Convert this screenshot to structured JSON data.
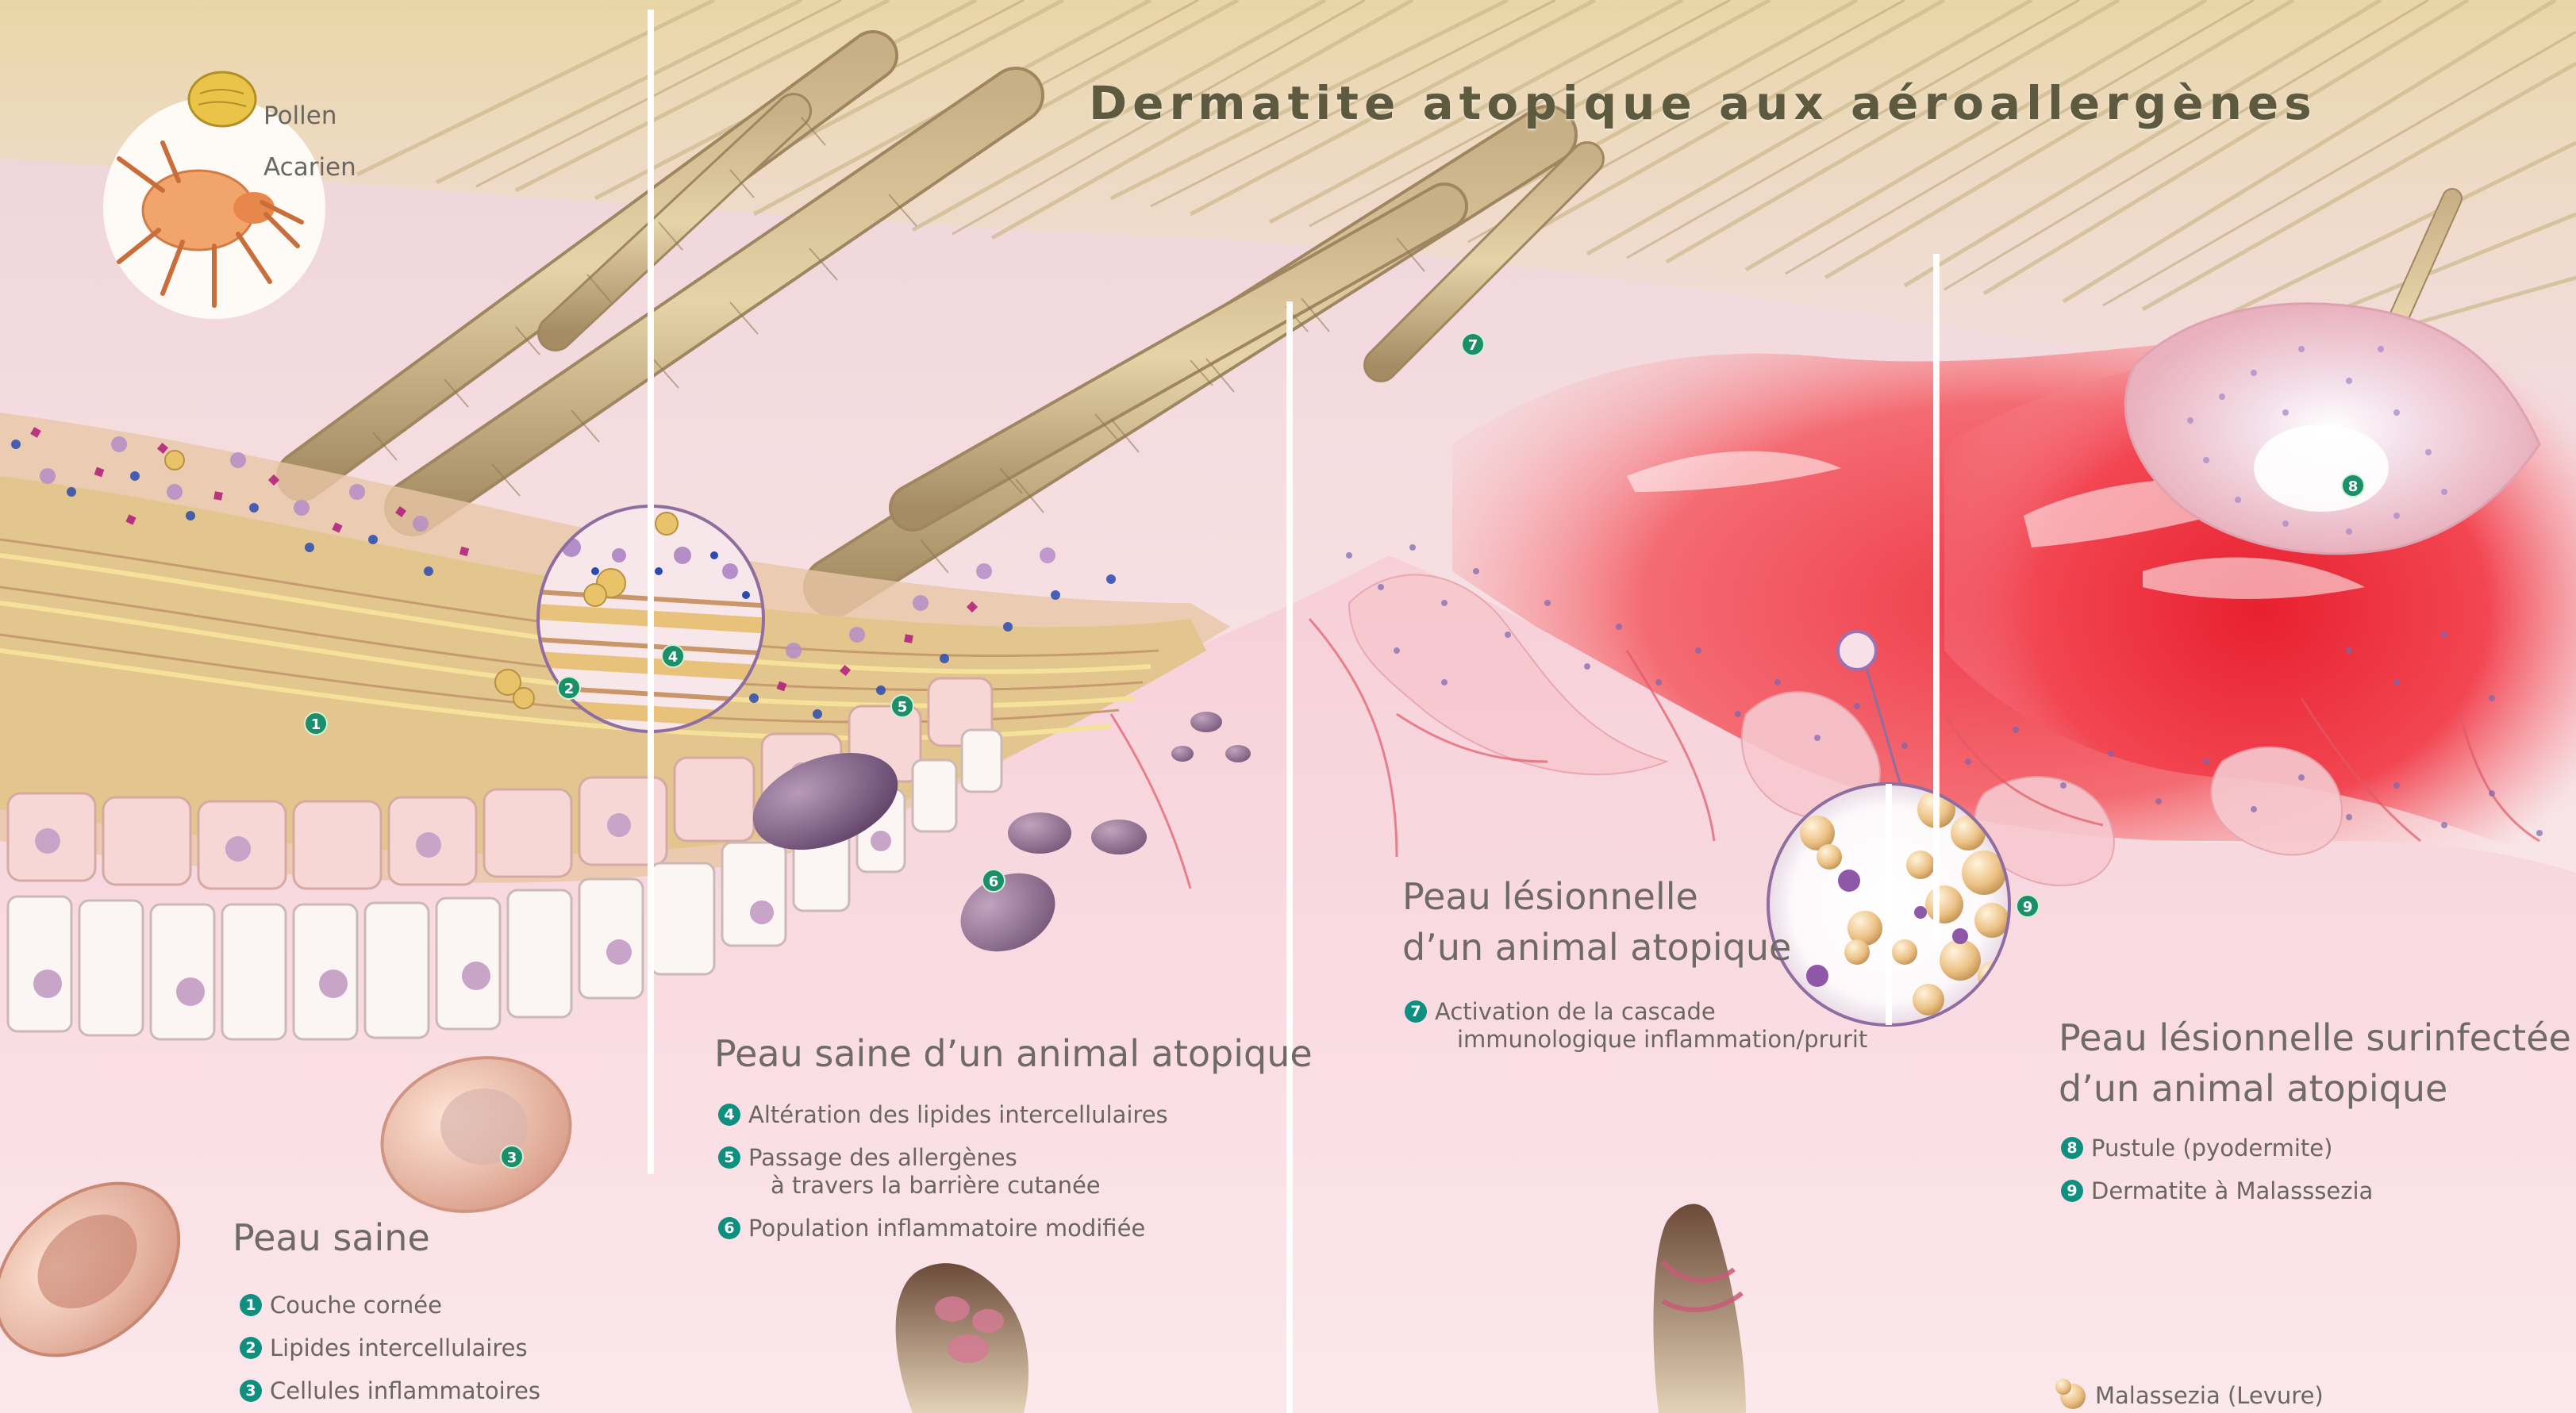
{
  "title": "Dermatite atopique aux aéroallergènes",
  "legend_allergens": {
    "pollen": "Pollen",
    "mite": "Acarien"
  },
  "panels": [
    {
      "title": "Peau saine",
      "items": [
        {
          "num": "1",
          "text": "Couche cornée"
        },
        {
          "num": "2",
          "text": "Lipides intercellulaires"
        },
        {
          "num": "3",
          "text": "Cellules inflammatoires"
        }
      ]
    },
    {
      "title": "Peau saine d’un animal atopique",
      "items": [
        {
          "num": "4",
          "text": "Altération des lipides intercellulaires"
        },
        {
          "num": "5",
          "text": "Passage des allergènes",
          "text2": "à travers la barrière cutanée"
        },
        {
          "num": "6",
          "text": "Population inflammatoire modifiée"
        }
      ]
    },
    {
      "title_line1": "Peau lésionnelle",
      "title_line2": "d’un animal atopique",
      "items": [
        {
          "num": "7",
          "text": "Activation de la cascade",
          "text2": "immunologique inflammation/prurit"
        }
      ]
    },
    {
      "title_line1": "Peau lésionnelle surinfectée",
      "title_line2": "d’un animal atopique",
      "items": [
        {
          "num": "8",
          "text": "Pustule (pyodermite)"
        },
        {
          "num": "9",
          "text": "Dermatite à Malasssezia"
        }
      ]
    }
  ],
  "malassezia_legend": "Malassezia (Levure)",
  "markers": [
    "1",
    "2",
    "3",
    "4",
    "5",
    "6",
    "7",
    "8",
    "9"
  ]
}
